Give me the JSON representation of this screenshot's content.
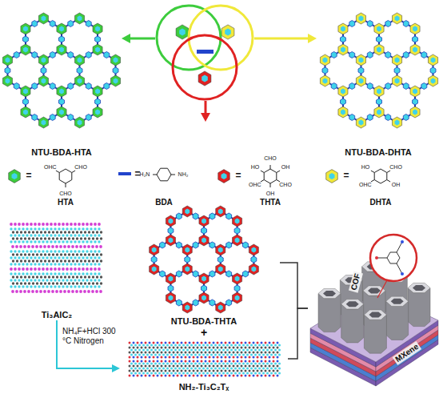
{
  "diagram": {
    "nodes": [
      {
        "text": [
          "NTU-BDA-HTA"
        ]
      },
      {
        "text": [
          "NTU-BDA-DHTA"
        ]
      },
      {
        "text": [
          "Ti₃AlC₂"
        ]
      },
      {
        "text": [
          "NTU-BDA-THTA"
        ]
      },
      {
        "text": [
          "NH₂-Ti₃C₂Tₓ"
        ]
      },
      {
        "text": [
          "COF",
          "MXene"
        ]
      }
    ],
    "edges": [
      {
        "from": 2,
        "to": 4,
        "arrow": "to",
        "label": "NH₄F+HCl 300 °C Nitrogen"
      },
      {
        "from": 3,
        "to": 5,
        "arrow": "none"
      },
      {
        "from": 4,
        "to": 5,
        "arrow": "none"
      }
    ],
    "labels": [
      "=",
      "CHO",
      "OHC",
      "CHO",
      "HTA",
      "=",
      "H₂N",
      "NH₂",
      "BDA",
      "=",
      "CHO",
      "HO",
      "OH",
      "OHC",
      "CHO",
      "OH",
      "THTA",
      "=",
      "CHO",
      "HO",
      "OH",
      "OHC",
      "DHTA",
      "+"
    ]
  }
}
